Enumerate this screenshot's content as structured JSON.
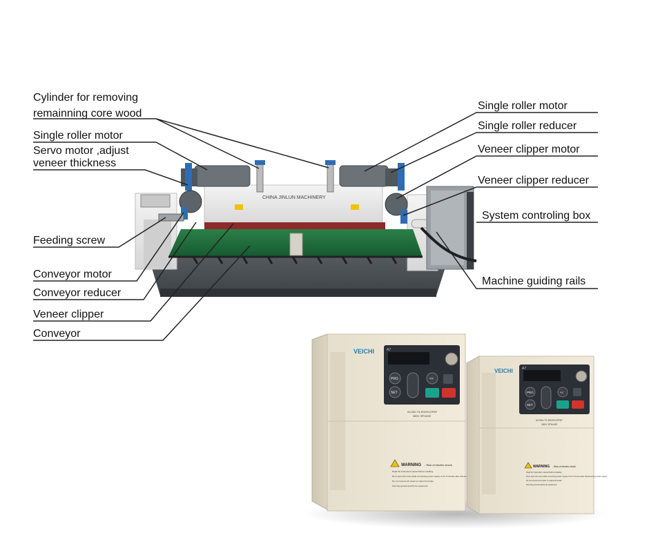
{
  "labels_left": [
    {
      "id": "cylinder",
      "line1": "Cylinder for removing",
      "line2": "remainning core wood"
    },
    {
      "id": "single-roller-motor-left",
      "line1": "Single roller motor"
    },
    {
      "id": "servo-motor",
      "line1": "Servo motor ,adjust",
      "line2": "veneer thickness"
    },
    {
      "id": "feeding-screw",
      "line1": "Feeding screw"
    },
    {
      "id": "conveyor-motor",
      "line1": "Conveyor motor"
    },
    {
      "id": "conveyor-reducer",
      "line1": "Conveyor reducer"
    },
    {
      "id": "veneer-clipper",
      "line1": "Veneer clipper"
    },
    {
      "id": "conveyor",
      "line1": "Conveyor"
    }
  ],
  "labels_right": [
    {
      "id": "single-roller-motor-right",
      "line1": "Single roller motor"
    },
    {
      "id": "single-roller-reducer",
      "line1": "Single roller reducer"
    },
    {
      "id": "veneer-clipper-motor",
      "line1": "Veneer clipper motor"
    },
    {
      "id": "veneer-clipper-reducer",
      "line1": "Veneer clipper reducer"
    },
    {
      "id": "system-controling-box",
      "line1": "System controling box"
    },
    {
      "id": "machine-guiding-rails",
      "line1": "Machine guiding rails"
    }
  ],
  "machine": {
    "banner_text": "CHINA JINLUN MACHINERY"
  },
  "inverters": {
    "brand": "VEICHI",
    "model_tag": "A7",
    "keys": {
      "prg": "PRG",
      "set": "SET",
      "shift": "<<"
    },
    "rating_line1": "AC300-T3-R020G/2P5P",
    "rating_line2": "380V 3PHASE",
    "warning_title": "WARNING",
    "warning_sub": "- Risk of electric shock",
    "warning_lines": [
      "Read the instruction manual before installing.",
      "Don't open the cover while connecting power supply or for 5 minutes after disconnecting power supply.",
      "Do not connect AC power to output terminals.",
      "Securely ground (earth) the equipment."
    ]
  },
  "colors": {
    "conveyor_green": "#1f6a3a",
    "frame_white": "#e6e6e6",
    "motor_gray": "#6b7278",
    "accent_blue": "#2e6db3",
    "inverter_body": "#ece4d3",
    "inverter_panel": "#2b2f36",
    "run_teal": "#1aa38c",
    "stop_red": "#d3332b",
    "brand_teal": "#1f7fa6"
  }
}
